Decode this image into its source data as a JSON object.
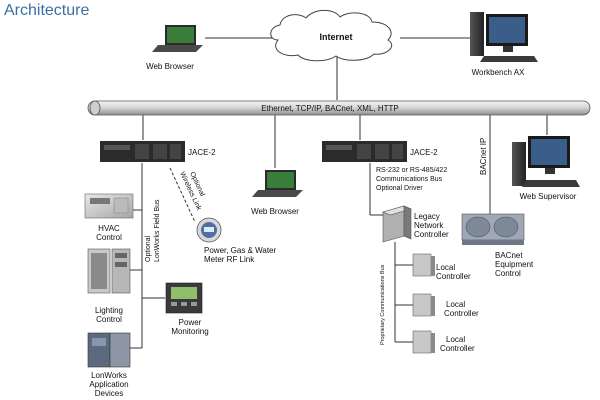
{
  "page": {
    "title": "Architecture"
  },
  "nodes": {
    "internet": "Internet",
    "web_browser_top": "Web Browser",
    "workbench": "Workbench AX",
    "jace_left": "JACE-2",
    "jace_right": "JACE-2",
    "web_browser_mid": "Web Browser",
    "web_supervisor": "Web Supervisor",
    "hvac": [
      "HVAC",
      "Control"
    ],
    "lighting": [
      "Lighting",
      "Control"
    ],
    "power_monitoring": [
      "Power",
      "Monitoring"
    ],
    "lonworks_devices": [
      "LonWorks",
      "Application",
      "Devices"
    ],
    "power_meter": [
      "Power, Gas & Water",
      "Meter RF Link"
    ],
    "legacy_controller": [
      "Legacy",
      "Network",
      "Controller"
    ],
    "bacnet_equipment": [
      "BACnet",
      "Equipment",
      "Control"
    ],
    "local_controller": [
      "Local",
      "Controller"
    ]
  },
  "links": {
    "backbone": "Ethernet, TCP/IP, BACnet, XML, HTTP",
    "serial_bus": [
      "RS-232 or RS-485/422",
      "Communications Bus",
      "Optional Driver"
    ],
    "bacnet_ip": "BACnet IP",
    "wireless": [
      "Optional",
      "Wireless Link"
    ],
    "lonworks_bus": [
      "Optional",
      "LonWorks Field Bus"
    ],
    "proprietary_bus": "Proprietary Communications Bus"
  },
  "colors": {
    "title": "#3b6ea5",
    "line": "#333333",
    "pipe_light": "#eeeeee",
    "pipe_dark": "#9a9a9a"
  }
}
